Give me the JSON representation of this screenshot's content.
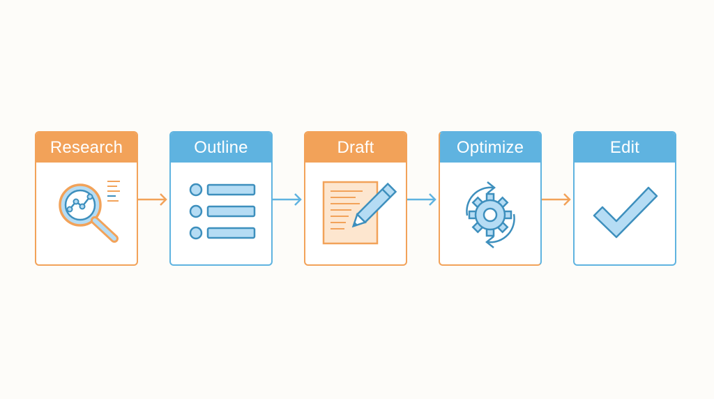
{
  "steps": [
    {
      "label": "Research",
      "icon": "magnifier-chart-icon",
      "color": "#f2a259"
    },
    {
      "label": "Outline",
      "icon": "bullet-list-icon",
      "color": "#5fb3e0"
    },
    {
      "label": "Draft",
      "icon": "document-pencil-icon",
      "color": "#f2a259"
    },
    {
      "label": "Optimize",
      "icon": "gear-cycle-icon",
      "color": "#5fb3e0"
    },
    {
      "label": "Edit",
      "icon": "checkmark-icon",
      "color": "#5fb3e0"
    }
  ],
  "colors": {
    "orange": "#f2a259",
    "blue": "#5fb3e0",
    "icon_fill": "#b5dcf4",
    "icon_stroke": "#3d8fbd",
    "background": "#fdfcf9"
  }
}
